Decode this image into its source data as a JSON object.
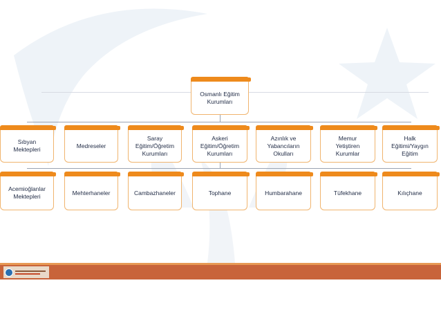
{
  "diagram": {
    "root": "Osmanlı Eğitim\nKurumları",
    "level1": [
      "Sıbyan\nMektepleri",
      "Medreseler",
      "Saray\nEğitim/Öğretim\nKurumları",
      "Askeri\nEğitim/Öğretim\nKurumları",
      "Azınlık ve\nYabancıların\nOkulları",
      "Memur\nYetiştiren\nKurumlar",
      "Halk\nEğitimi/Yaygın\nEğitim"
    ],
    "level2": [
      "Acemioğlanlar\nMektepleri",
      "Mehterhaneler",
      "Cambazhaneler",
      "Tophane",
      "Humbarahane",
      "Tüfekhane",
      "Kılıçhane"
    ]
  },
  "colors": {
    "accent": "#ee8a1c",
    "footer": "#c8643a",
    "text": "#1f2a44"
  },
  "icons": [
    "university-logo"
  ]
}
